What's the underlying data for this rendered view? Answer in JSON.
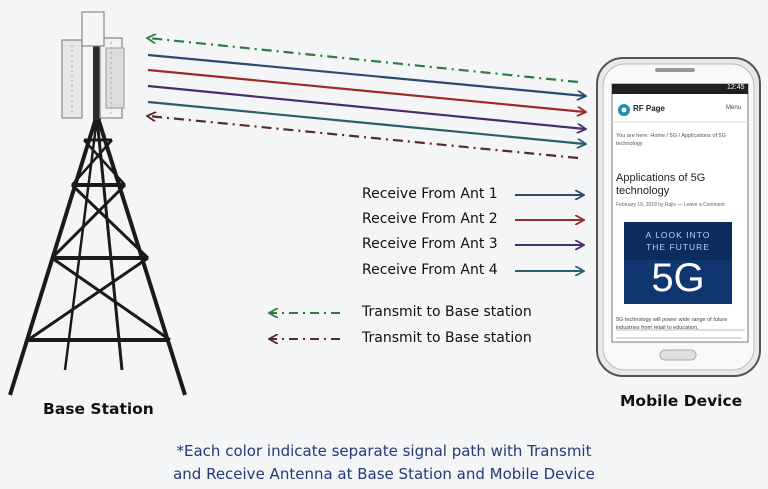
{
  "captions": {
    "base_station": "Base Station",
    "mobile_device": "Mobile Device"
  },
  "legend": {
    "receive": [
      {
        "label": "Receive From Ant 1",
        "color": "#2c4a6e"
      },
      {
        "label": "Receive From Ant 2",
        "color": "#9b2a2a"
      },
      {
        "label": "Receive From Ant 3",
        "color": "#4a2c6e"
      },
      {
        "label": "Receive From Ant 4",
        "color": "#2a5f6b"
      }
    ],
    "transmit": [
      {
        "label": "Transmit to Base station",
        "color": "#2e7d3e"
      },
      {
        "label": "Transmit to Base station",
        "color": "#5a2a2a"
      }
    ]
  },
  "footnote": {
    "line1": "*Each color indicate separate signal path with Transmit",
    "line2": "and Receive Antenna at Base Station and Mobile Device"
  },
  "phone": {
    "status_time": "12:45",
    "site_name": "RF Page",
    "menu_label": "Menu",
    "breadcrumb": "You are here: Home / 5G / Applications of 5G technology",
    "article_title": "Applications of 5G technology",
    "article_meta": "February 19, 2018 by Rajiv — Leave a Comment",
    "banner_line1": "A LOOK INTO",
    "banner_line2": "THE FUTURE",
    "banner_big": "5G",
    "body_text": "5G technology will power wide range of future industries from retail to education,"
  }
}
